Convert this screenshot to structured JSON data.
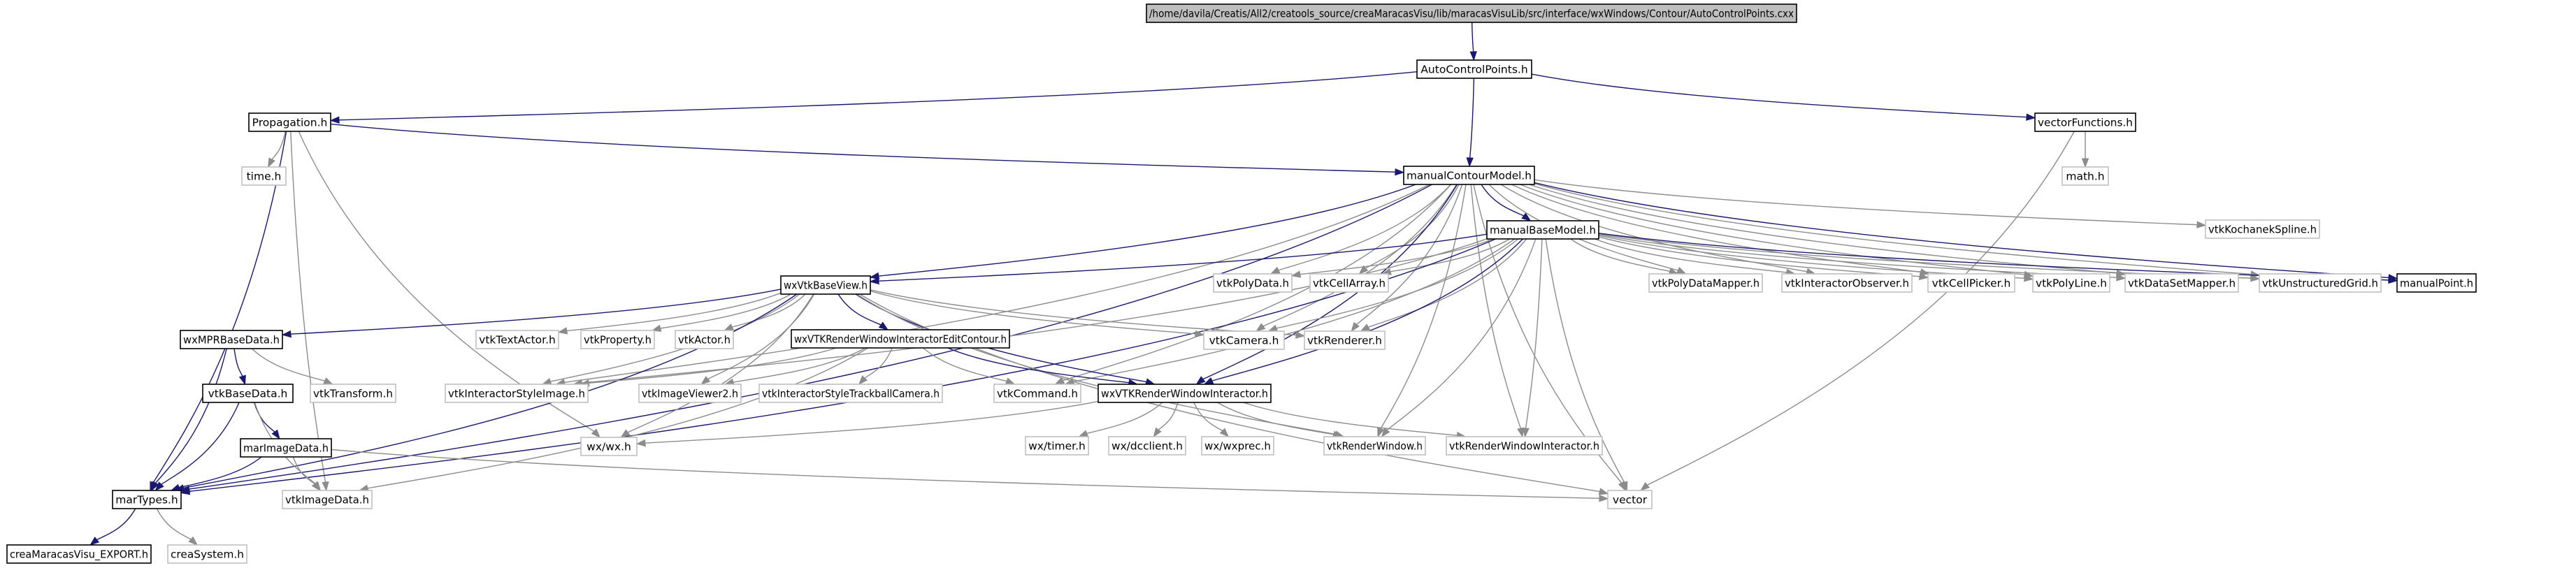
{
  "graph": {
    "nodes": [
      {
        "id": "root",
        "label": "/home/davila/Creatis/All2/creatools_source/creaMaracasVisu/lib/maracasVisuLib/src/interface/wxWindows/Contour/AutoControlPoints.cxx",
        "style": "root"
      },
      {
        "id": "acp",
        "label": "AutoControlPoints.h",
        "style": "black"
      },
      {
        "id": "prop",
        "label": "Propagation.h",
        "style": "black"
      },
      {
        "id": "vecf",
        "label": "vectorFunctions.h",
        "style": "black"
      },
      {
        "id": "time",
        "label": "time.h",
        "style": "gray"
      },
      {
        "id": "math",
        "label": "math.h",
        "style": "gray"
      },
      {
        "id": "mcm",
        "label": "manualContourModel.h",
        "style": "black"
      },
      {
        "id": "kochanek",
        "label": "vtkKochanekSpline.h",
        "style": "gray"
      },
      {
        "id": "mbm",
        "label": "manualBaseModel.h",
        "style": "black"
      },
      {
        "id": "wxbv",
        "label": "wxVtkBaseView.h",
        "style": "black"
      },
      {
        "id": "polydata",
        "label": "vtkPolyData.h",
        "style": "gray"
      },
      {
        "id": "cellarray",
        "label": "vtkCellArray.h",
        "style": "gray"
      },
      {
        "id": "pdmapper",
        "label": "vtkPolyDataMapper.h",
        "style": "gray"
      },
      {
        "id": "intobs",
        "label": "vtkInteractorObserver.h",
        "style": "gray"
      },
      {
        "id": "cellpicker",
        "label": "vtkCellPicker.h",
        "style": "gray"
      },
      {
        "id": "polyline",
        "label": "vtkPolyLine.h",
        "style": "gray"
      },
      {
        "id": "dsmapper",
        "label": "vtkDataSetMapper.h",
        "style": "gray"
      },
      {
        "id": "ugrid",
        "label": "vtkUnstructuredGrid.h",
        "style": "gray"
      },
      {
        "id": "manpoint",
        "label": "manualPoint.h",
        "style": "black"
      },
      {
        "id": "mpr",
        "label": "wxMPRBaseData.h",
        "style": "black"
      },
      {
        "id": "textactor",
        "label": "vtkTextActor.h",
        "style": "gray"
      },
      {
        "id": "property",
        "label": "vtkProperty.h",
        "style": "gray"
      },
      {
        "id": "actor",
        "label": "vtkActor.h",
        "style": "gray"
      },
      {
        "id": "wxrwiec",
        "label": "wxVTKRenderWindowInteractorEditContour.h",
        "style": "black"
      },
      {
        "id": "camera",
        "label": "vtkCamera.h",
        "style": "gray"
      },
      {
        "id": "renderer",
        "label": "vtkRenderer.h",
        "style": "gray"
      },
      {
        "id": "vtkbase",
        "label": "vtkBaseData.h",
        "style": "black"
      },
      {
        "id": "transform",
        "label": "vtkTransform.h",
        "style": "gray"
      },
      {
        "id": "isimage",
        "label": "vtkInteractorStyleImage.h",
        "style": "gray"
      },
      {
        "id": "iviewer2",
        "label": "vtkImageViewer2.h",
        "style": "gray"
      },
      {
        "id": "istrack",
        "label": "vtkInteractorStyleTrackballCamera.h",
        "style": "gray"
      },
      {
        "id": "command",
        "label": "vtkCommand.h",
        "style": "gray"
      },
      {
        "id": "wxrwi",
        "label": "wxVTKRenderWindowInteractor.h",
        "style": "black"
      },
      {
        "id": "marimg",
        "label": "marImageData.h",
        "style": "black"
      },
      {
        "id": "wxwx",
        "label": "wx/wx.h",
        "style": "gray"
      },
      {
        "id": "rwi",
        "label": "vtkRenderWindowInteractor.h",
        "style": "gray"
      },
      {
        "id": "wxtimer",
        "label": "wx/timer.h",
        "style": "gray"
      },
      {
        "id": "wxdc",
        "label": "wx/dcclient.h",
        "style": "gray"
      },
      {
        "id": "wxexp",
        "label": "wx/wxprec.h",
        "style": "gray"
      },
      {
        "id": "renwin",
        "label": "vtkRenderWindow.h",
        "style": "gray"
      },
      {
        "id": "martypes",
        "label": "marTypes.h",
        "style": "black"
      },
      {
        "id": "imagedata",
        "label": "vtkImageData.h",
        "style": "gray"
      },
      {
        "id": "vector",
        "label": "vector",
        "style": "gray"
      },
      {
        "id": "export",
        "label": "creaMaracasVisu_EXPORT.h",
        "style": "black"
      },
      {
        "id": "creasys",
        "label": "creaSystem.h",
        "style": "gray"
      }
    ],
    "edges": [
      [
        "root",
        "acp"
      ],
      [
        "acp",
        "prop"
      ],
      [
        "acp",
        "mcm"
      ],
      [
        "acp",
        "vecf"
      ],
      [
        "prop",
        "time"
      ],
      [
        "prop",
        "mcm"
      ],
      [
        "prop",
        "martypes"
      ],
      [
        "prop",
        "wxwx"
      ],
      [
        "prop",
        "imagedata"
      ],
      [
        "vecf",
        "math"
      ],
      [
        "vecf",
        "vector"
      ],
      [
        "mcm",
        "mbm"
      ],
      [
        "mcm",
        "kochanek"
      ],
      [
        "mcm",
        "wxbv"
      ],
      [
        "mcm",
        "polydata"
      ],
      [
        "mcm",
        "cellarray"
      ],
      [
        "mcm",
        "pdmapper"
      ],
      [
        "mcm",
        "intobs"
      ],
      [
        "mcm",
        "cellpicker"
      ],
      [
        "mcm",
        "polyline"
      ],
      [
        "mcm",
        "dsmapper"
      ],
      [
        "mcm",
        "ugrid"
      ],
      [
        "mcm",
        "manpoint"
      ],
      [
        "mcm",
        "camera"
      ],
      [
        "mcm",
        "renderer"
      ],
      [
        "mcm",
        "isimage"
      ],
      [
        "mcm",
        "command"
      ],
      [
        "mcm",
        "wxrwi"
      ],
      [
        "mcm",
        "renwin"
      ],
      [
        "mcm",
        "rwi"
      ],
      [
        "mcm",
        "vector"
      ],
      [
        "mcm",
        "martypes"
      ],
      [
        "mbm",
        "wxbv"
      ],
      [
        "mbm",
        "polydata"
      ],
      [
        "mbm",
        "cellarray"
      ],
      [
        "mbm",
        "pdmapper"
      ],
      [
        "mbm",
        "intobs"
      ],
      [
        "mbm",
        "cellpicker"
      ],
      [
        "mbm",
        "polyline"
      ],
      [
        "mbm",
        "dsmapper"
      ],
      [
        "mbm",
        "ugrid"
      ],
      [
        "mbm",
        "manpoint"
      ],
      [
        "mbm",
        "camera"
      ],
      [
        "mbm",
        "renderer"
      ],
      [
        "mbm",
        "isimage"
      ],
      [
        "mbm",
        "command"
      ],
      [
        "mbm",
        "wxrwi"
      ],
      [
        "mbm",
        "renwin"
      ],
      [
        "mbm",
        "rwi"
      ],
      [
        "mbm",
        "vector"
      ],
      [
        "mbm",
        "martypes"
      ],
      [
        "wxbv",
        "mpr"
      ],
      [
        "wxbv",
        "textactor"
      ],
      [
        "wxbv",
        "property"
      ],
      [
        "wxbv",
        "actor"
      ],
      [
        "wxbv",
        "wxrwiec"
      ],
      [
        "wxbv",
        "camera"
      ],
      [
        "wxbv",
        "renderer"
      ],
      [
        "wxbv",
        "isimage"
      ],
      [
        "wxbv",
        "iviewer2"
      ],
      [
        "wxbv",
        "wxrwi"
      ],
      [
        "wxbv",
        "wxwx"
      ],
      [
        "wxbv",
        "martypes"
      ],
      [
        "wxbv",
        "renwin"
      ],
      [
        "wxbv",
        "vector"
      ],
      [
        "mpr",
        "vtkbase"
      ],
      [
        "mpr",
        "transform"
      ],
      [
        "mpr",
        "martypes"
      ],
      [
        "vtkbase",
        "marimg"
      ],
      [
        "vtkbase",
        "martypes"
      ],
      [
        "vtkbase",
        "imagedata"
      ],
      [
        "marimg",
        "martypes"
      ],
      [
        "marimg",
        "imagedata"
      ],
      [
        "marimg",
        "vector"
      ],
      [
        "wxrwiec",
        "isimage"
      ],
      [
        "wxrwiec",
        "iviewer2"
      ],
      [
        "wxrwiec",
        "istrack"
      ],
      [
        "wxrwiec",
        "command"
      ],
      [
        "wxrwiec",
        "wxrwi"
      ],
      [
        "wxrwiec",
        "imagedata"
      ],
      [
        "wxrwi",
        "wxwx"
      ],
      [
        "wxrwi",
        "wxtimer"
      ],
      [
        "wxrwi",
        "wxdc"
      ],
      [
        "wxrwi",
        "wxexp"
      ],
      [
        "wxrwi",
        "renwin"
      ],
      [
        "wxrwi",
        "rwi"
      ],
      [
        "martypes",
        "export"
      ],
      [
        "martypes",
        "creasys"
      ]
    ]
  }
}
